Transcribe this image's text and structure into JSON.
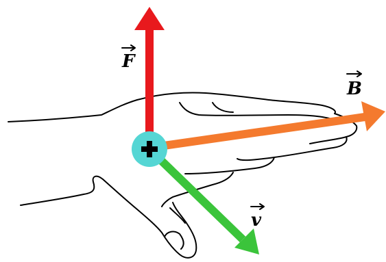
{
  "vectors": {
    "force": {
      "symbol": "F",
      "color": "#e8191d"
    },
    "field": {
      "symbol": "B",
      "color": "#f47a2e"
    },
    "velocity": {
      "symbol": "v",
      "color": "#3bc43b"
    }
  },
  "charge": {
    "symbol": "+",
    "color": "#55d6d4"
  }
}
